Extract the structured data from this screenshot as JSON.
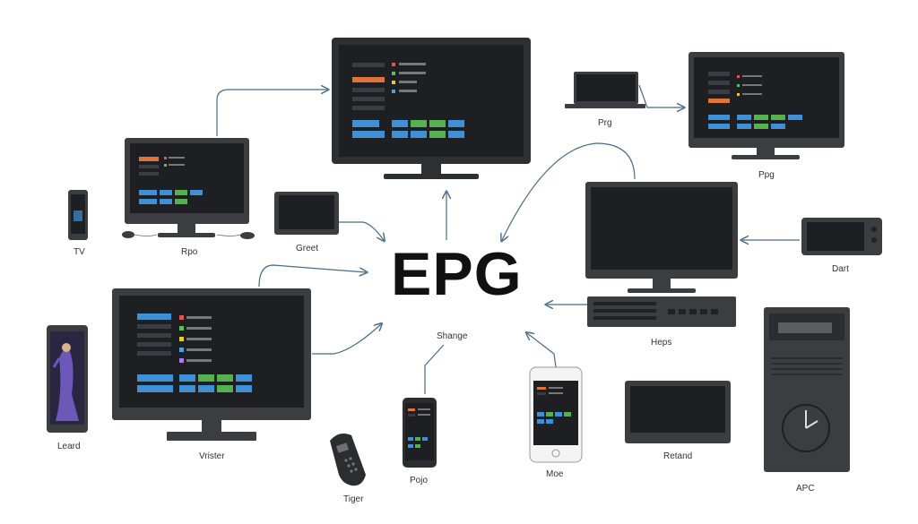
{
  "diagram": {
    "center_label": "EPG",
    "center_sublabel": "Shange",
    "device_labels": {
      "tv": "TV",
      "rpo": "Rpo",
      "greet": "Greet",
      "prg": "Prg",
      "ppg": "Ppg",
      "dart": "Dart",
      "heps": "Heps",
      "leard": "Leard",
      "vrister": "Vrister",
      "tiger": "Tiger",
      "pojo": "Pojo",
      "moe": "Moe",
      "retand": "Retand",
      "apc": "APC"
    },
    "colors": {
      "device_body": "#3b3d41",
      "screen": "#1f2125",
      "arrow": "#4a6a8a",
      "tile_blue": "#3f8fd4",
      "tile_green": "#55b04f",
      "tile_orange": "#e0733a"
    }
  }
}
